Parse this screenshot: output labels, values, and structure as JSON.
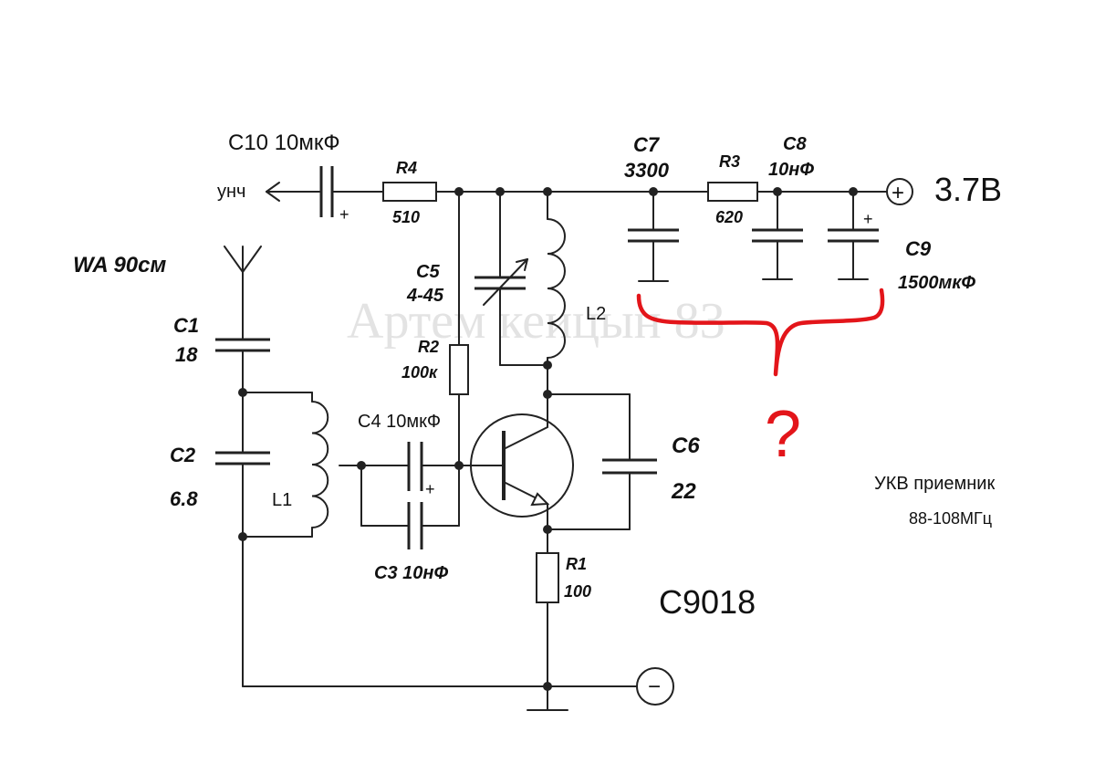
{
  "watermark": "Артем кеицын 83",
  "title": {
    "line1": "УКВ приемник",
    "line2": "88-108МГц"
  },
  "transistor": "C9018",
  "supply": {
    "positive_symbol": "+",
    "voltage": "3.7В",
    "negative_symbol": "−"
  },
  "output_label": "унч",
  "antenna": "WA 90см",
  "components": {
    "C10": "C10 10мкФ",
    "R4": {
      "name": "R4",
      "value": "510"
    },
    "C7": {
      "name": "C7",
      "value": "3300"
    },
    "R3": {
      "name": "R3",
      "value": "620"
    },
    "C8": {
      "name": "C8",
      "value": "10нФ"
    },
    "C9": {
      "name": "C9",
      "value": "1500мкФ"
    },
    "C5": {
      "name": "C5",
      "value": "4-45"
    },
    "L2": "L2",
    "R2": {
      "name": "R2",
      "value": "100к"
    },
    "C1": {
      "name": "C1",
      "value": "18"
    },
    "C2": {
      "name": "C2",
      "value": "6.8"
    },
    "L1": "L1",
    "C4": "C4 10мкФ",
    "C3": "C3 10нФ",
    "C6": {
      "name": "C6",
      "value": "22"
    },
    "R1": {
      "name": "R1",
      "value": "100"
    }
  },
  "polarity_plus": "+",
  "annotation": {
    "mark": "?"
  }
}
